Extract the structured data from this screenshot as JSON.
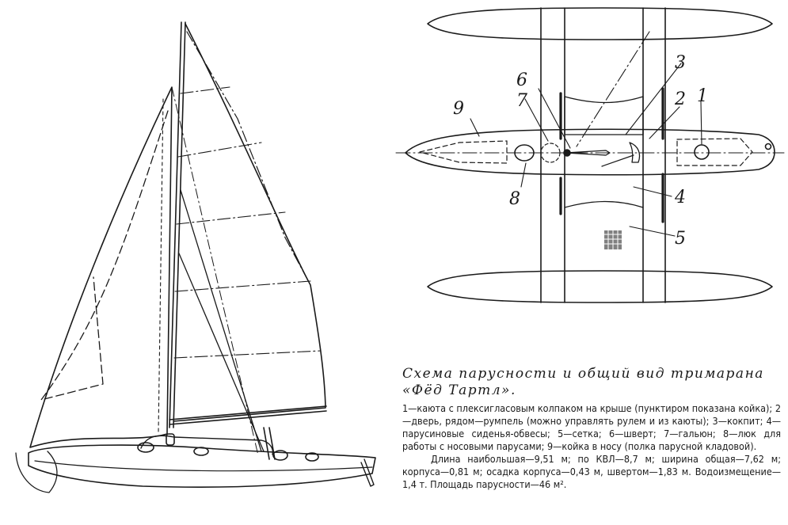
{
  "caption": {
    "title": "Схема парусности и общий вид тримарана «Фёд Тартл».",
    "legend": "1—каюта с плексигласовым колпаком на крыше (пунктиром показана койка); 2—дверь, рядом—румпель (можно управлять рулем и из каюты); 3—кокпит; 4—парусиновые сиденья-обвесы; 5—сетка; 6—шверт; 7—гальюн; 8—люк для работы с носовыми парусами; 9—койка в носу (полка парусной кладовой).",
    "specs": "Длина наибольшая—9,51 м; по КВЛ—8,7 м; ширина общая—7,62 м; корпуса—0,81 м; осадка корпуса—0,43 м, швертом—1,83 м. Водоизмещение—1,4 т. Площадь парусности—46 м²."
  },
  "plan_labels": [
    {
      "id": "1",
      "text": "1"
    },
    {
      "id": "2",
      "text": "2"
    },
    {
      "id": "3",
      "text": "3"
    },
    {
      "id": "4",
      "text": "4"
    },
    {
      "id": "5",
      "text": "5"
    },
    {
      "id": "6",
      "text": "6"
    },
    {
      "id": "7",
      "text": "7"
    },
    {
      "id": "8",
      "text": "8"
    },
    {
      "id": "9",
      "text": "9"
    }
  ]
}
